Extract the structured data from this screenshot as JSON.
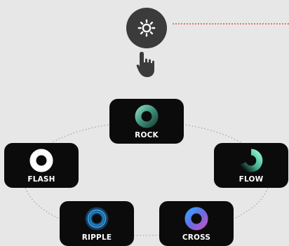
{
  "light_button": {
    "icon": "sun-icon"
  },
  "pointer": {
    "icon": "hand-pointer-icon"
  },
  "colors": {
    "background": "#e7e7e7",
    "button": "#3b3b3b",
    "card": "#0b0b0b",
    "accent_line": "#e47a5c",
    "orbit": "#a8a8a8"
  },
  "modes": [
    {
      "id": "rock",
      "label": "ROCK",
      "icon": "rock-ring-icon",
      "color": "#4fa98f"
    },
    {
      "id": "flash",
      "label": "FLASH",
      "icon": "flash-ring-icon",
      "color": "#ffffff"
    },
    {
      "id": "flow",
      "label": "FLOW",
      "icon": "flow-ring-icon",
      "color": "#5cc9ad"
    },
    {
      "id": "ripple",
      "label": "RIPPLE",
      "icon": "ripple-ring-icon",
      "color": "#2a8fd6"
    },
    {
      "id": "cross",
      "label": "CROSS",
      "icon": "cross-ring-icon",
      "color": "#8a5cc8"
    }
  ]
}
